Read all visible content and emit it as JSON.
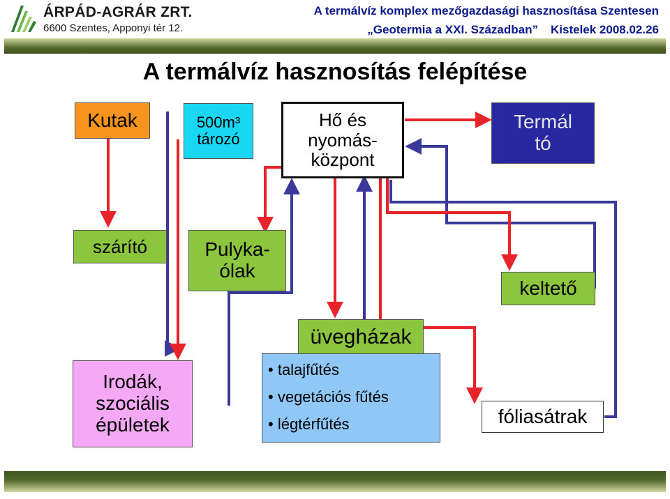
{
  "header": {
    "company": "ÁRPÁD-AGRÁR ZRT.",
    "address": "6600 Szentes, Apponyi tér 12.",
    "title": "A termálvíz komplex mezőgazdasági hasznosítása Szentesen",
    "subtitle_left": "„Geotermia a XXI. Században”",
    "subtitle_right": "Kistelek 2008.02.26"
  },
  "slide_title": "A termálvíz hasznosítás felépítése",
  "nodes": {
    "kutak": "Kutak",
    "tarozo_line1": "500m³",
    "tarozo_line2": "tározó",
    "ho_line1": "Hő és",
    "ho_line2": "nyomás-",
    "ho_line3": "központ",
    "termalto_line1": "Termál",
    "termalto_line2": "tó",
    "szarito": "szárító",
    "pulyka_line1": "Pulyka-",
    "pulyka_line2": "ólak",
    "kelteto": "keltető",
    "irodak_line1": "Irodák,",
    "irodak_line2": "szociális",
    "irodak_line3": "épületek",
    "uveghazak": "üvegházak",
    "uveghaz_items": [
      "talajfűtés",
      "vegetációs fűtés",
      "légtérfűtés"
    ],
    "foliasatrak": "fóliasátrak"
  },
  "colors": {
    "supply_arrow": "#e8232a",
    "return_line": "#3a3a9a",
    "kutak_fill": "#f7941d",
    "tarozo_fill": "#19d6f2",
    "termalto_fill": "#2828a0",
    "green_fill": "#8cc63f",
    "irodak_fill": "#f5a8f5",
    "uveghaz_list_fill": "#8fc7f7",
    "header_bar": "#556b2f"
  },
  "icons": [
    "leaf-logo-icon"
  ]
}
